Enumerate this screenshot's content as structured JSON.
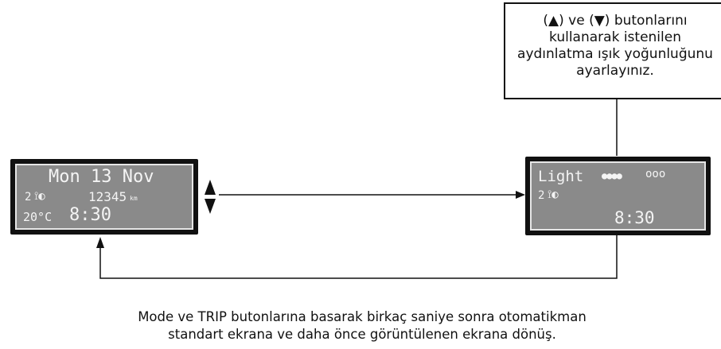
{
  "left_display": {
    "line1": "Mon 13 Nov",
    "gear": "2",
    "odometer": "12345",
    "odometer_unit": "km",
    "temperature": "20°C",
    "time": "8:30"
  },
  "right_display": {
    "label": "Light",
    "level_filled": "●●●●",
    "level_empty": "ooo",
    "gear": "2",
    "time": "8:30"
  },
  "instruction_box": {
    "lines": [
      "(▲) ve  (▼) butonlarını",
      "kullanarak istenilen",
      "aydınlatma ışık yoğunluğunu",
      "ayarlayınız."
    ]
  },
  "caption": {
    "lines": [
      "Mode ve TRIP butonlarına basarak birkaç saniye sonra otomatikman",
      "standart ekrana ve daha önce görüntülenen ekrana dönüş."
    ]
  },
  "updown_symbol": "▲▼",
  "colors": {
    "lcd_bg": "#8a8a8a",
    "frame": "#111111",
    "lcd_text": "#f4f4f4"
  }
}
